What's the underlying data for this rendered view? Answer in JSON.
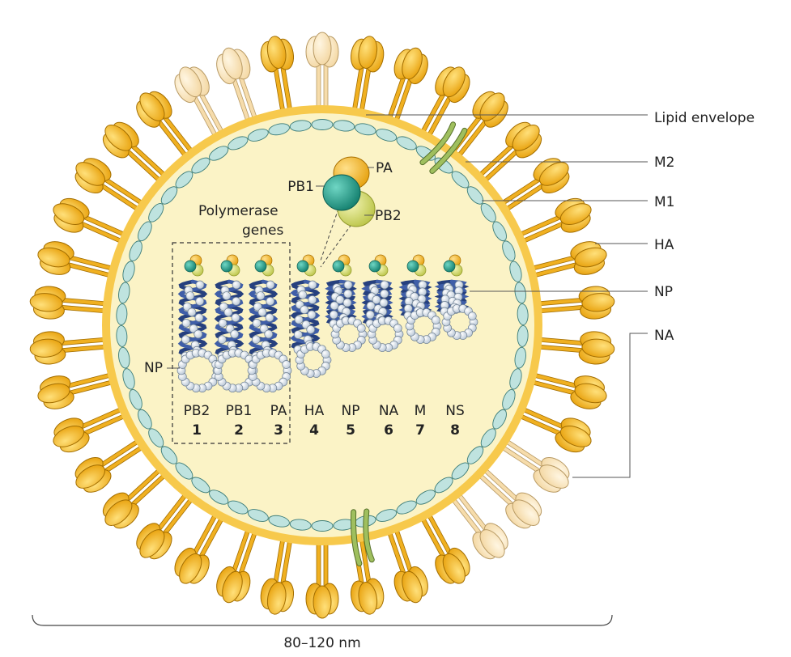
{
  "colors": {
    "membrane_fill": "#fbf3c6",
    "membrane_rim": "#f5c543",
    "matrix_bead": "#bfe3df",
    "matrix_stroke": "#3c7c78",
    "ha_fill": "#f2b21c",
    "ha_stroke": "#a36e00",
    "na_fill": "#fbe3b6",
    "na_stroke": "#b89a64",
    "m2_fill": "#9fbf5e",
    "m2_stroke": "#56702a",
    "helix_blue": "#3f5ea8",
    "np_bead": "#d8e2ec",
    "pa_color": "#f2b21c",
    "pb1_color": "#1fa08e",
    "pb2_color": "#d9e06a",
    "line_color": "#555555"
  },
  "labels": {
    "lipid_envelope": "Lipid envelope",
    "m2": "M2",
    "m1": "M1",
    "ha": "HA",
    "np": "NP",
    "na": "NA",
    "pa": "PA",
    "pb1": "PB1",
    "pb2": "PB2",
    "np_left": "NP",
    "polymerase_line1": "Polymerase",
    "polymerase_line2": "genes",
    "scale": "80–120 nm"
  },
  "segments": [
    {
      "name": "PB2",
      "number": "1"
    },
    {
      "name": "PB1",
      "number": "2"
    },
    {
      "name": "PA",
      "number": "3"
    },
    {
      "name": "HA",
      "number": "4"
    },
    {
      "name": "NP",
      "number": "5"
    },
    {
      "name": "NA",
      "number": "6"
    },
    {
      "name": "M",
      "number": "7"
    },
    {
      "name": "NS",
      "number": "8"
    }
  ]
}
